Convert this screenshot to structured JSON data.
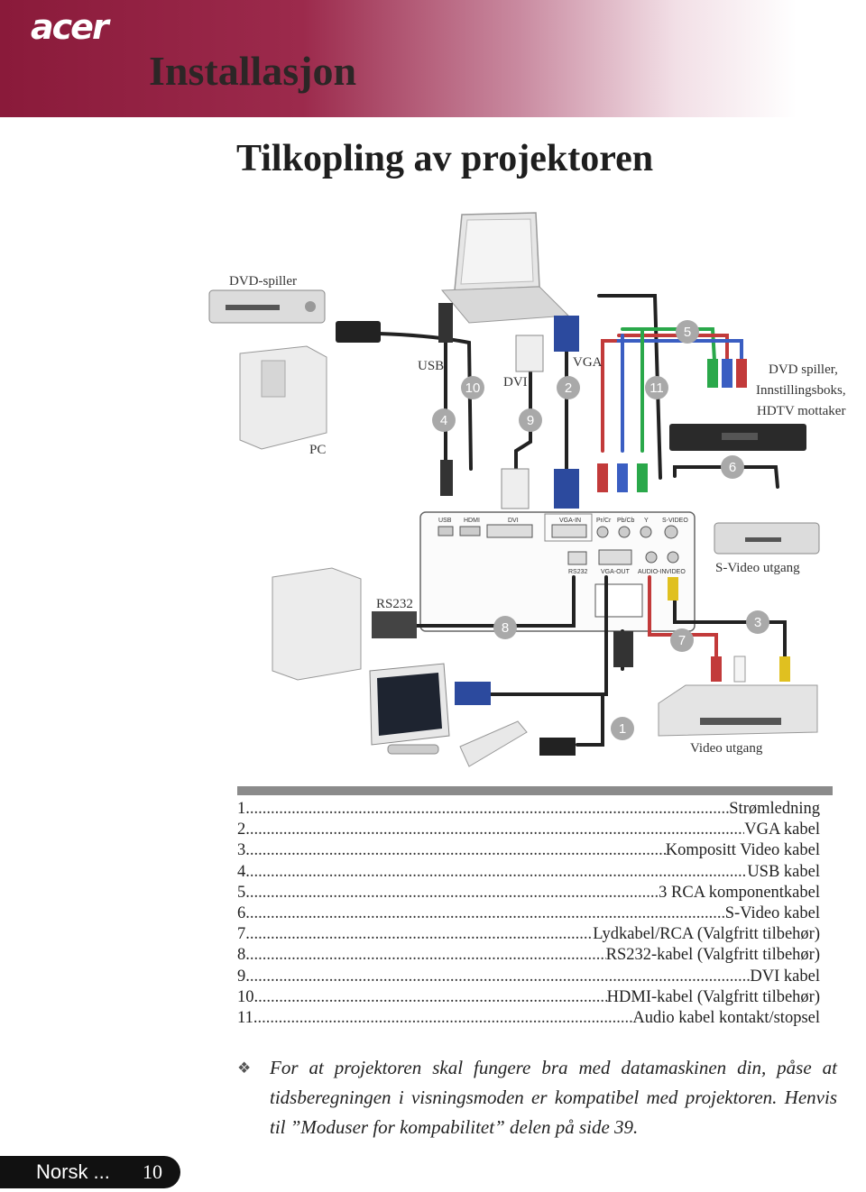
{
  "header": {
    "brand": "acer",
    "section_title": "Installasjon"
  },
  "page_title": "Tilkopling av projektoren",
  "diagram": {
    "labels": {
      "dvd_player": "DVD-spiller",
      "pc": "PC",
      "usb": "USB",
      "dvi": "DVI",
      "vga": "VGA",
      "dvd_box_1": "DVD spiller,",
      "dvd_box_2": "Innstillingsboks,",
      "dvd_box_3": "HDTV mottaker",
      "svideo_out": "S-Video utgang",
      "rs232": "RS232",
      "video_out": "Video utgang"
    },
    "panel_ports": {
      "usb": "USB",
      "hdmi": "HDMI",
      "dvi": "DVI",
      "vga_in": "VGA-IN",
      "pr_cr": "Pr/Cr",
      "pb_cb": "Pb/Cb",
      "y": "Y",
      "s_video": "S-VIDEO",
      "rs232": "RS232",
      "vga_out": "VGA-OUT",
      "audio_in": "AUDIO-IN",
      "video": "VIDEO"
    },
    "callouts": [
      "1",
      "2",
      "3",
      "4",
      "5",
      "6",
      "7",
      "8",
      "9",
      "10",
      "11"
    ]
  },
  "legend": [
    {
      "num": "1.",
      "text": "Strømledning"
    },
    {
      "num": "2.",
      "text": "VGA kabel"
    },
    {
      "num": "3.",
      "text": "Kompositt Video kabel"
    },
    {
      "num": "4.",
      "text": "USB kabel"
    },
    {
      "num": "5.",
      "text": "3 RCA komponentkabel"
    },
    {
      "num": "6.",
      "text": "S-Video kabel"
    },
    {
      "num": "7.",
      "text": "Lydkabel/RCA (Valgfritt tilbehør)"
    },
    {
      "num": "8.",
      "text": "RS232-kabel (Valgfritt tilbehør)"
    },
    {
      "num": "9.",
      "text": "DVI kabel"
    },
    {
      "num": "10.",
      "text": "HDMI-kabel (Valgfritt tilbehør)"
    },
    {
      "num": "11.",
      "text": "Audio kabel kontakt/stopsel"
    }
  ],
  "note": "For at projektoren skal fungere bra med datamaskinen din, påse at tidsberegningen i visningsmoden er kompatibel med projektoren. Henvis til ”Moduser for kompabilitet” delen på side 39.",
  "footer": {
    "language": "Norsk ...",
    "page_number": "10"
  },
  "colors": {
    "header_maroon": "#8a1a3a",
    "callout_gray": "#a9a9a9",
    "legend_bar": "#8b8b8b"
  }
}
